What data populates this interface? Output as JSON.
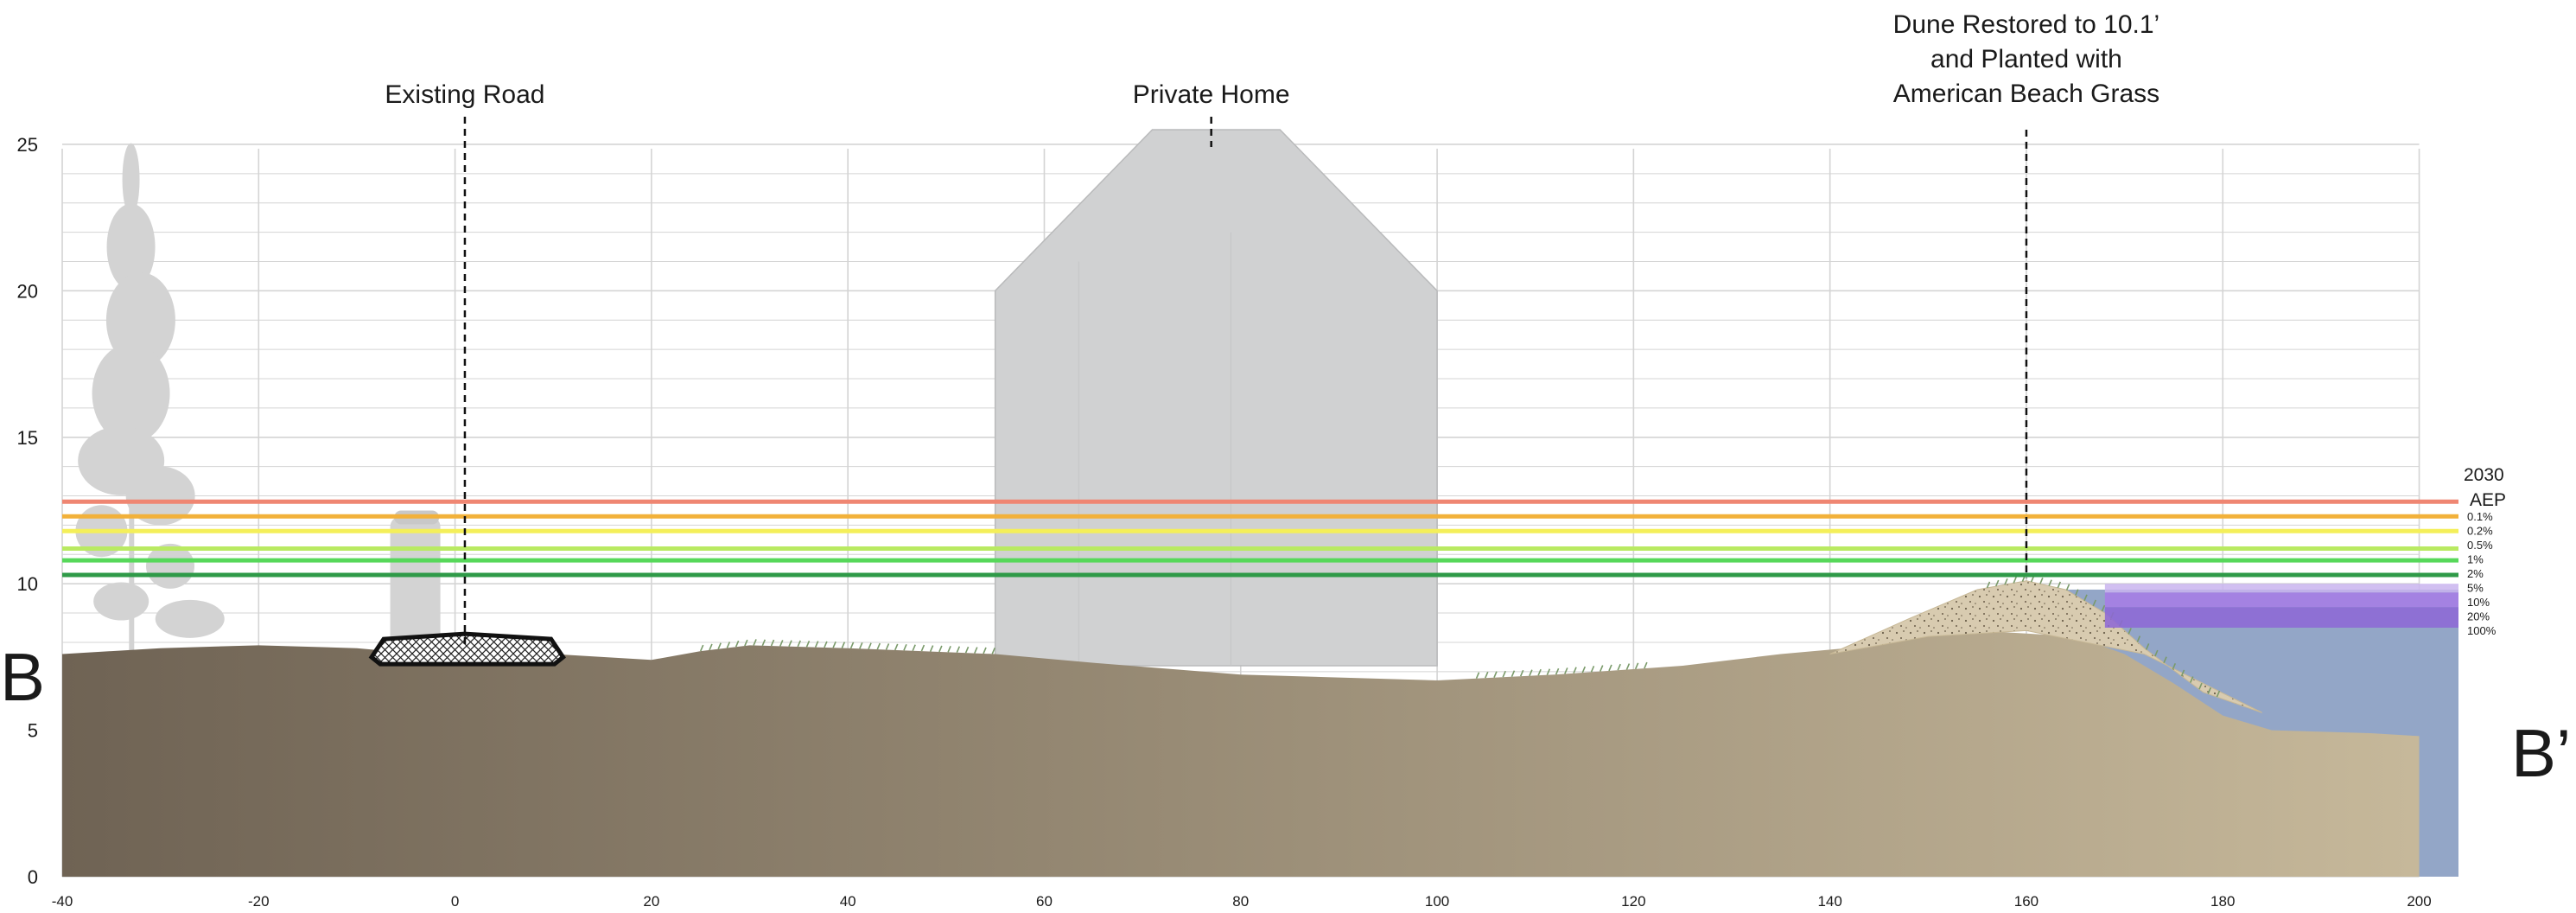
{
  "section": {
    "left_marker": "B",
    "right_marker": "B’"
  },
  "callouts": [
    {
      "lines": [
        "Existing Road"
      ],
      "x_ft": 1
    },
    {
      "lines": [
        "Private Home"
      ],
      "x_ft": 77
    },
    {
      "lines": [
        "Dune Restored to 10.1’",
        "and Planted with",
        "American Beach Grass"
      ],
      "x_ft": 160
    }
  ],
  "axes": {
    "x_ticks": [
      -40,
      -20,
      0,
      20,
      40,
      60,
      80,
      100,
      120,
      140,
      160,
      180,
      200
    ],
    "y_ticks": [
      0,
      5,
      10,
      15,
      20,
      25
    ],
    "x_range": [
      -40,
      204
    ],
    "y_range": [
      0,
      25.5
    ],
    "x_unit": "ft (distance)",
    "y_unit": "ft (elevation)"
  },
  "aep": {
    "title_lines": [
      "2030",
      "AEP"
    ],
    "levels": [
      {
        "label": "0.1%",
        "elev": 12.8,
        "color": "#ef8672"
      },
      {
        "label": "0.2%",
        "elev": 12.3,
        "color": "#f2b13a"
      },
      {
        "label": "0.5%",
        "elev": 11.8,
        "color": "#f4ef5a"
      },
      {
        "label": "1%",
        "elev": 11.2,
        "color": "#b9ea62"
      },
      {
        "label": "2%",
        "elev": 10.8,
        "color": "#57d85a"
      },
      {
        "label": "5%",
        "elev": 10.3,
        "color": "#2f9a48"
      },
      {
        "label": "10%",
        "elev": 9.7,
        "color": "#c9b4ee"
      },
      {
        "label": "20%",
        "elev": 9.2,
        "color": "#a77be6"
      },
      {
        "label": "100%",
        "elev": 8.5,
        "color": "#8d66d6"
      }
    ]
  },
  "ground_profile": [
    [
      -40,
      7.6
    ],
    [
      -30,
      7.8
    ],
    [
      -20,
      7.9
    ],
    [
      -10,
      7.8
    ],
    [
      0,
      7.5
    ],
    [
      10,
      7.6
    ],
    [
      20,
      7.4
    ],
    [
      25,
      7.7
    ],
    [
      30,
      7.9
    ],
    [
      40,
      7.8
    ],
    [
      55,
      7.6
    ],
    [
      65,
      7.3
    ],
    [
      80,
      6.9
    ],
    [
      100,
      6.7
    ],
    [
      112,
      6.9
    ],
    [
      125,
      7.2
    ],
    [
      135,
      7.6
    ],
    [
      145,
      7.9
    ],
    [
      150,
      8.2
    ],
    [
      155,
      8.4
    ],
    [
      165,
      8.2
    ],
    [
      170,
      7.6
    ],
    [
      175,
      6.6
    ],
    [
      180,
      5.5
    ],
    [
      185,
      5.0
    ],
    [
      195,
      4.9
    ],
    [
      200,
      4.8
    ]
  ],
  "dune_profile": [
    [
      140,
      7.6
    ],
    [
      148,
      8.8
    ],
    [
      155,
      9.8
    ],
    [
      160,
      10.1
    ],
    [
      164,
      9.8
    ],
    [
      168,
      9.0
    ],
    [
      172,
      7.8
    ],
    [
      178,
      6.3
    ],
    [
      184,
      5.6
    ]
  ],
  "house": {
    "x_left": 55,
    "x_right": 100,
    "eave": 20,
    "ridge_left": 71,
    "ridge_right": 84,
    "top": 25.5,
    "base": 7.2
  },
  "road": {
    "x_left": -8.5,
    "x_right": 11,
    "elev": 7.7
  },
  "water": {
    "x_start": 163,
    "x_end": 204,
    "surface": 9.8,
    "color": "#93a6c7"
  },
  "colors": {
    "grid": "#d4d4d4",
    "ground_dark": "#6f6354",
    "ground_light": "#c6b89a",
    "dune_sand": "#d8cbb0",
    "house": "#d0d1d2",
    "silhouette": "#d3d3d3",
    "grass": "#7a9a6a"
  }
}
